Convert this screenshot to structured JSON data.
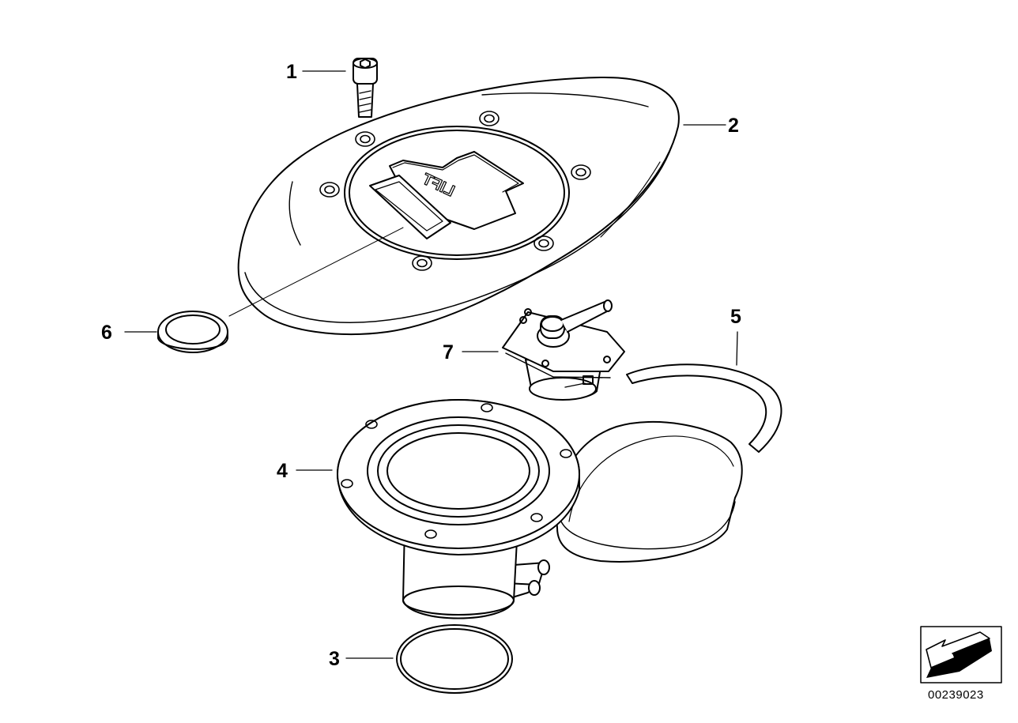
{
  "callouts": {
    "c1": "1",
    "c2": "2",
    "c3": "3",
    "c4": "4",
    "c5": "5",
    "c6": "6",
    "c7": "7"
  },
  "cap_lettering": "LIFT",
  "diagram_id": "00239023",
  "colors": {
    "line": "#000000",
    "background": "#ffffff"
  },
  "icons": {
    "direction": "arrow-direction-icon"
  }
}
